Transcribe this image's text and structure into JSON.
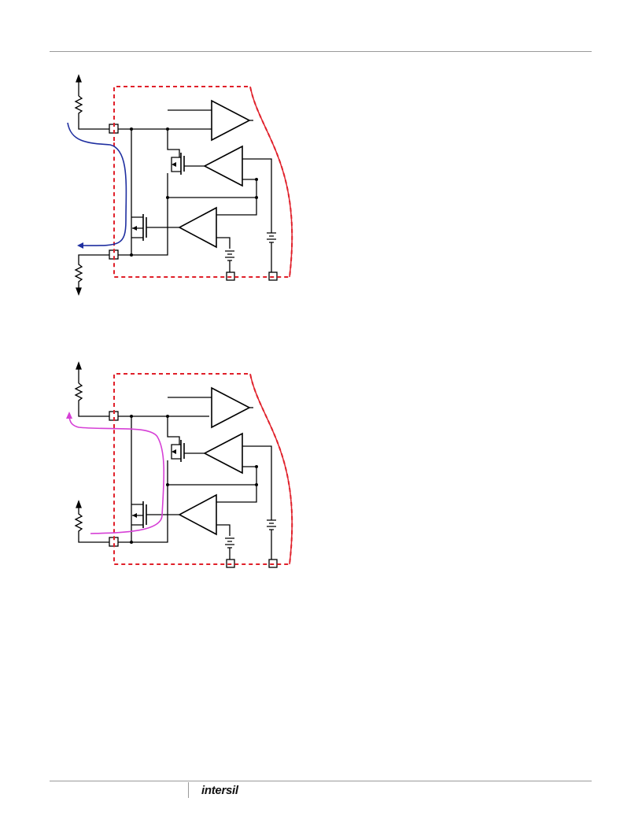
{
  "logo": {
    "text": "intersil"
  },
  "diagrams": [
    {
      "id": "diagram-1",
      "current_path_color": "#1f2fa0"
    },
    {
      "id": "diagram-2",
      "current_path_color": "#d640d6"
    }
  ],
  "colors": {
    "boundary": "#e0202a",
    "wires": "#000000",
    "rules": "#9a9a9a"
  }
}
